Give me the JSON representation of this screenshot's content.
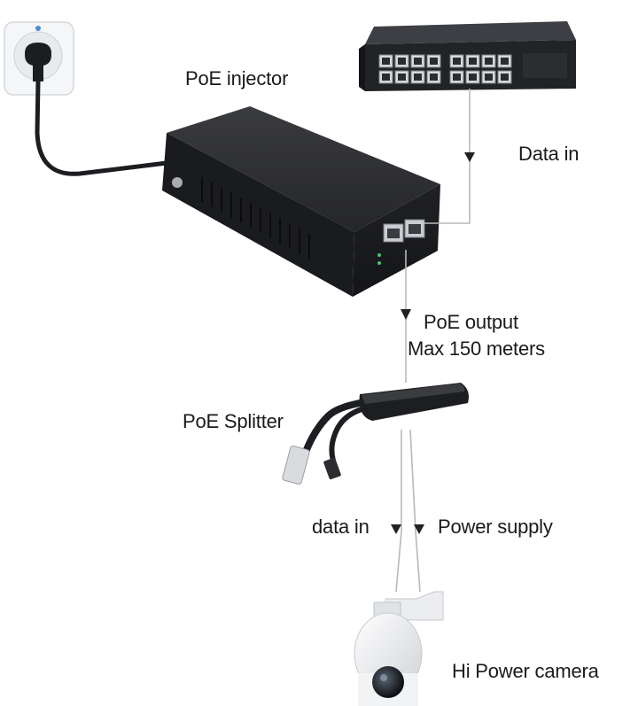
{
  "labels": {
    "poe_injector": "PoE injector",
    "data_in_top": "Data in",
    "poe_output_line1": "PoE output",
    "poe_output_line2": "Max 150 meters",
    "poe_splitter": "PoE Splitter",
    "data_in_bottom": "data in",
    "power_supply": "Power supply",
    "camera": "Hi Power camera"
  },
  "devices": [
    {
      "name": "wall-outlet",
      "icon": "power-socket-icon"
    },
    {
      "name": "network-switch",
      "icon": "switch-icon",
      "ports": 16
    },
    {
      "name": "poe-injector",
      "icon": "poe-injector-icon",
      "ports": 2
    },
    {
      "name": "poe-splitter",
      "icon": "poe-splitter-icon"
    },
    {
      "name": "ptz-camera",
      "icon": "dome-camera-icon"
    }
  ],
  "colors": {
    "line": "#b9b9b9",
    "arrow": "#222222",
    "device": "#1d1e21",
    "text": "#1a1a1a"
  }
}
